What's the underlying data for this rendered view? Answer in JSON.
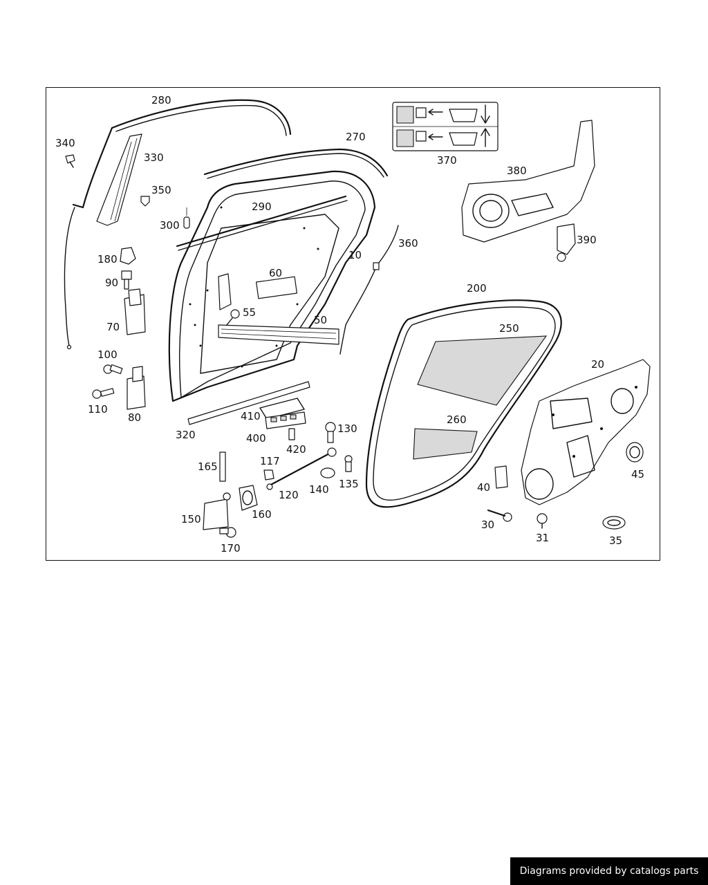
{
  "diagram": {
    "part_labels": {
      "p280": "280",
      "p270": "270",
      "p370": "370",
      "p340": "340",
      "p330": "330",
      "p350": "350",
      "p300": "300",
      "p290": "290",
      "p380": "380",
      "p360": "360",
      "p10": "10",
      "p390": "390",
      "p180": "180",
      "p90": "90",
      "p60": "60",
      "p55": "55",
      "p70": "70",
      "p50": "50",
      "p200": "200",
      "p250": "250",
      "p100": "100",
      "p20": "20",
      "p110": "110",
      "p80": "80",
      "p410": "410",
      "p320": "320",
      "p400": "400",
      "p130": "130",
      "p420": "420",
      "p260": "260",
      "p165": "165",
      "p117": "117",
      "p135": "135",
      "p120": "120",
      "p140": "140",
      "p45": "45",
      "p40": "40",
      "p150": "150",
      "p160": "160",
      "p30": "30",
      "p31": "31",
      "p170": "170",
      "p35": "35"
    }
  },
  "footer": {
    "credit": "Diagrams provided by catalogs parts"
  }
}
